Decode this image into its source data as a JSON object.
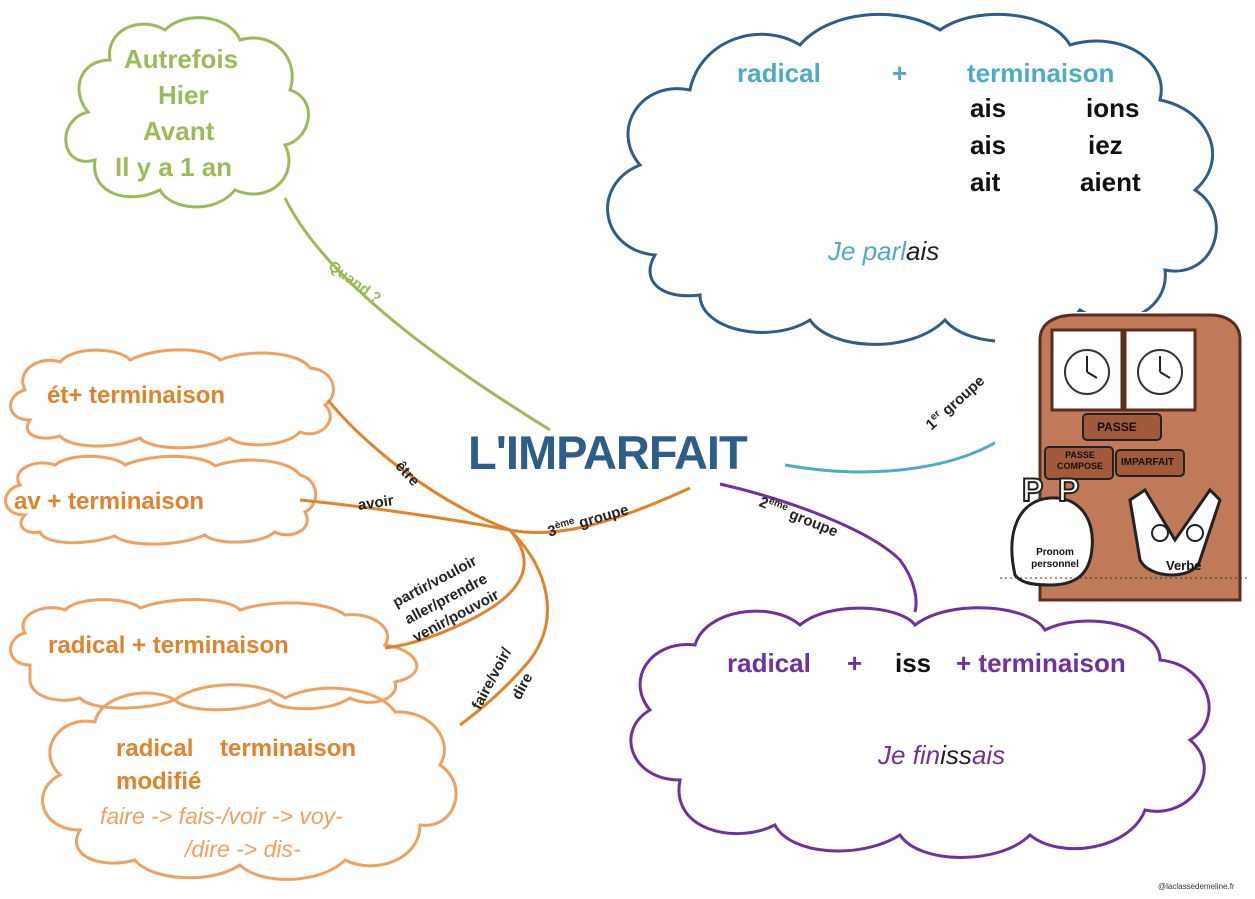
{
  "colors": {
    "green": "#9BBB59",
    "blue": "#4BACC6",
    "navy": "#1F4E79",
    "orange": "#E0832A",
    "purple": "#7030A0",
    "clock_brown": "#8B4A2F"
  },
  "center": {
    "title": "L'IMPARFAIT"
  },
  "green_cloud": {
    "lines": [
      "Autrefois",
      "Hier",
      "Avant",
      "Il y a 1 an"
    ],
    "branch_label": "Quand ?"
  },
  "blue_cloud": {
    "radical": "radical",
    "plus": "+",
    "terminaison": "terminaison",
    "endings": [
      "ais",
      "ions",
      "ais",
      "iez",
      "ait",
      "aient"
    ],
    "example_stem": "Je parl",
    "example_ending": "ais",
    "branch_label": "1er groupe",
    "branch_label_main": "1",
    "branch_label_sup": "er",
    "branch_label_rest": " groupe"
  },
  "purple_cloud": {
    "radical": "radical",
    "plus": "+",
    "iss": "iss",
    "terminaison": "+ terminaison",
    "example_stem": "Je fin",
    "example_iss": "iss",
    "example_ending": "ais",
    "branch_label_main": "2",
    "branch_label_sup": "ème",
    "branch_label_rest": " groupe"
  },
  "orange": {
    "group_label_main": "3",
    "group_label_sup": "ème",
    "group_label_rest": " groupe",
    "etre_cloud": "ét+ terminaison",
    "etre_branch": "être",
    "avoir_cloud": "av  + terminaison",
    "avoir_branch": "avoir",
    "radical_cloud": "radical + terminaison",
    "verbs_branch": [
      "partir/vouloir",
      "aller/prendre",
      "venir/pouvoir"
    ],
    "faire_branch": [
      "faire/voir/",
      "dire"
    ],
    "modified_cloud": {
      "line1": "radical    terminaison",
      "line2": "modifié",
      "ex1": "faire -> fais-/voir -> voy-",
      "ex2": "/dire -> dis-"
    }
  },
  "illustration": {
    "passe": "PASSE",
    "passe_compose": "PASSE COMPOSE",
    "imparfait": "IMPARFAIT",
    "pronom": "Pronom personnel",
    "verbe": "Verbe",
    "p_letter": "P",
    "v_letter": "V"
  },
  "credit": "@laclassedemeline.fr"
}
